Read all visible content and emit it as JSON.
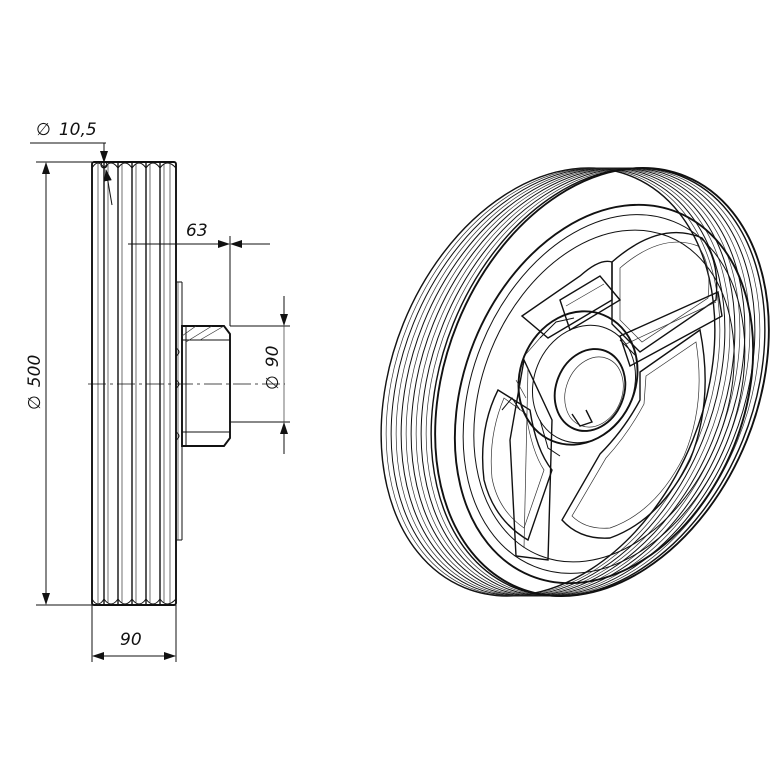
{
  "dimensions": {
    "hole_diameter": "10,5",
    "outer_diameter": "500",
    "hub_offset": "63",
    "bore_diameter": "90",
    "width": "90"
  },
  "symbols": {
    "diameter": "∅"
  }
}
